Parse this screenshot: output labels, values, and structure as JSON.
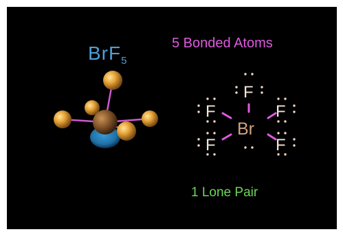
{
  "title": {
    "formula_main": "BrF",
    "formula_sub": "5"
  },
  "bonded_label": "5 Bonded Atoms",
  "lone_pair_label": "1 Lone Pair",
  "lewis": {
    "center_symbol": "Br",
    "ligand_symbol": "F"
  },
  "colors": {
    "background": "#000000",
    "formula": "#4d9fd6",
    "bonded_label": "#e05ae0",
    "lone_pair_label": "#6cd65a",
    "fluorine_atom": "#e8a63a",
    "bromine_atom": "#8a5a2c",
    "bond": "#d05ad0",
    "lone_pair_lobe": "#1f6fa6",
    "electron_dot": "#f2d6c4"
  }
}
